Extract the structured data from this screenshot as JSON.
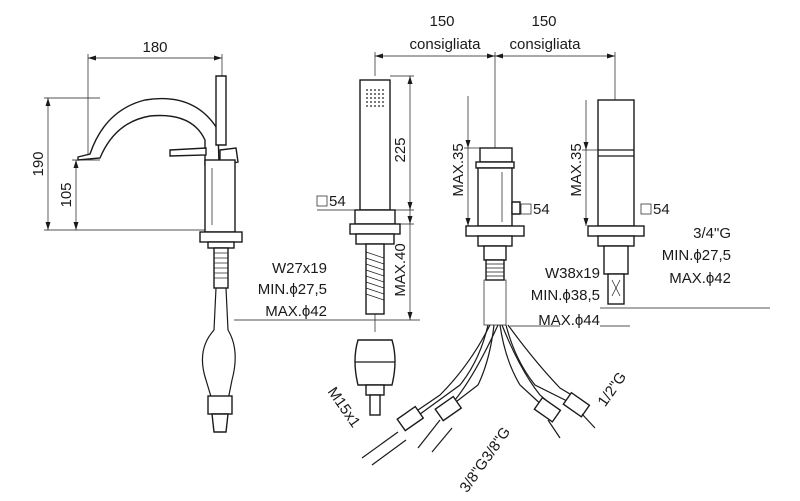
{
  "dimensions": {
    "spout_reach": "180",
    "total_height": "190",
    "spout_height": "105",
    "hand_shower_height": "225",
    "hand_shower_base": "54",
    "hand_shower_max": "MAX.40",
    "hs_union": "W27x19",
    "hs_min": "MIN.ϕ27,5",
    "hs_max_d": "MAX.ϕ42",
    "dist_1_value": "150",
    "dist_1_label": "consigliata",
    "dist_2_value": "150",
    "dist_2_label": "consigliata",
    "mixer_max": "MAX.35",
    "mixer_base": "54",
    "mixer_union": "W38x19",
    "mixer_min": "MIN.ϕ38,5",
    "mixer_max_d": "MAX.ϕ44",
    "diverter_max": "MAX.35",
    "diverter_base": "54",
    "diverter_thread": "3/4\"G",
    "diverter_min": "MIN.ϕ27,5",
    "diverter_max_d": "MAX.ϕ42",
    "hose_m15": "M15x1",
    "hose_38_a": "3/8\"G",
    "hose_38_b": "3/8\"G",
    "hose_12": "1/2\"G"
  },
  "square_symbol": "□"
}
